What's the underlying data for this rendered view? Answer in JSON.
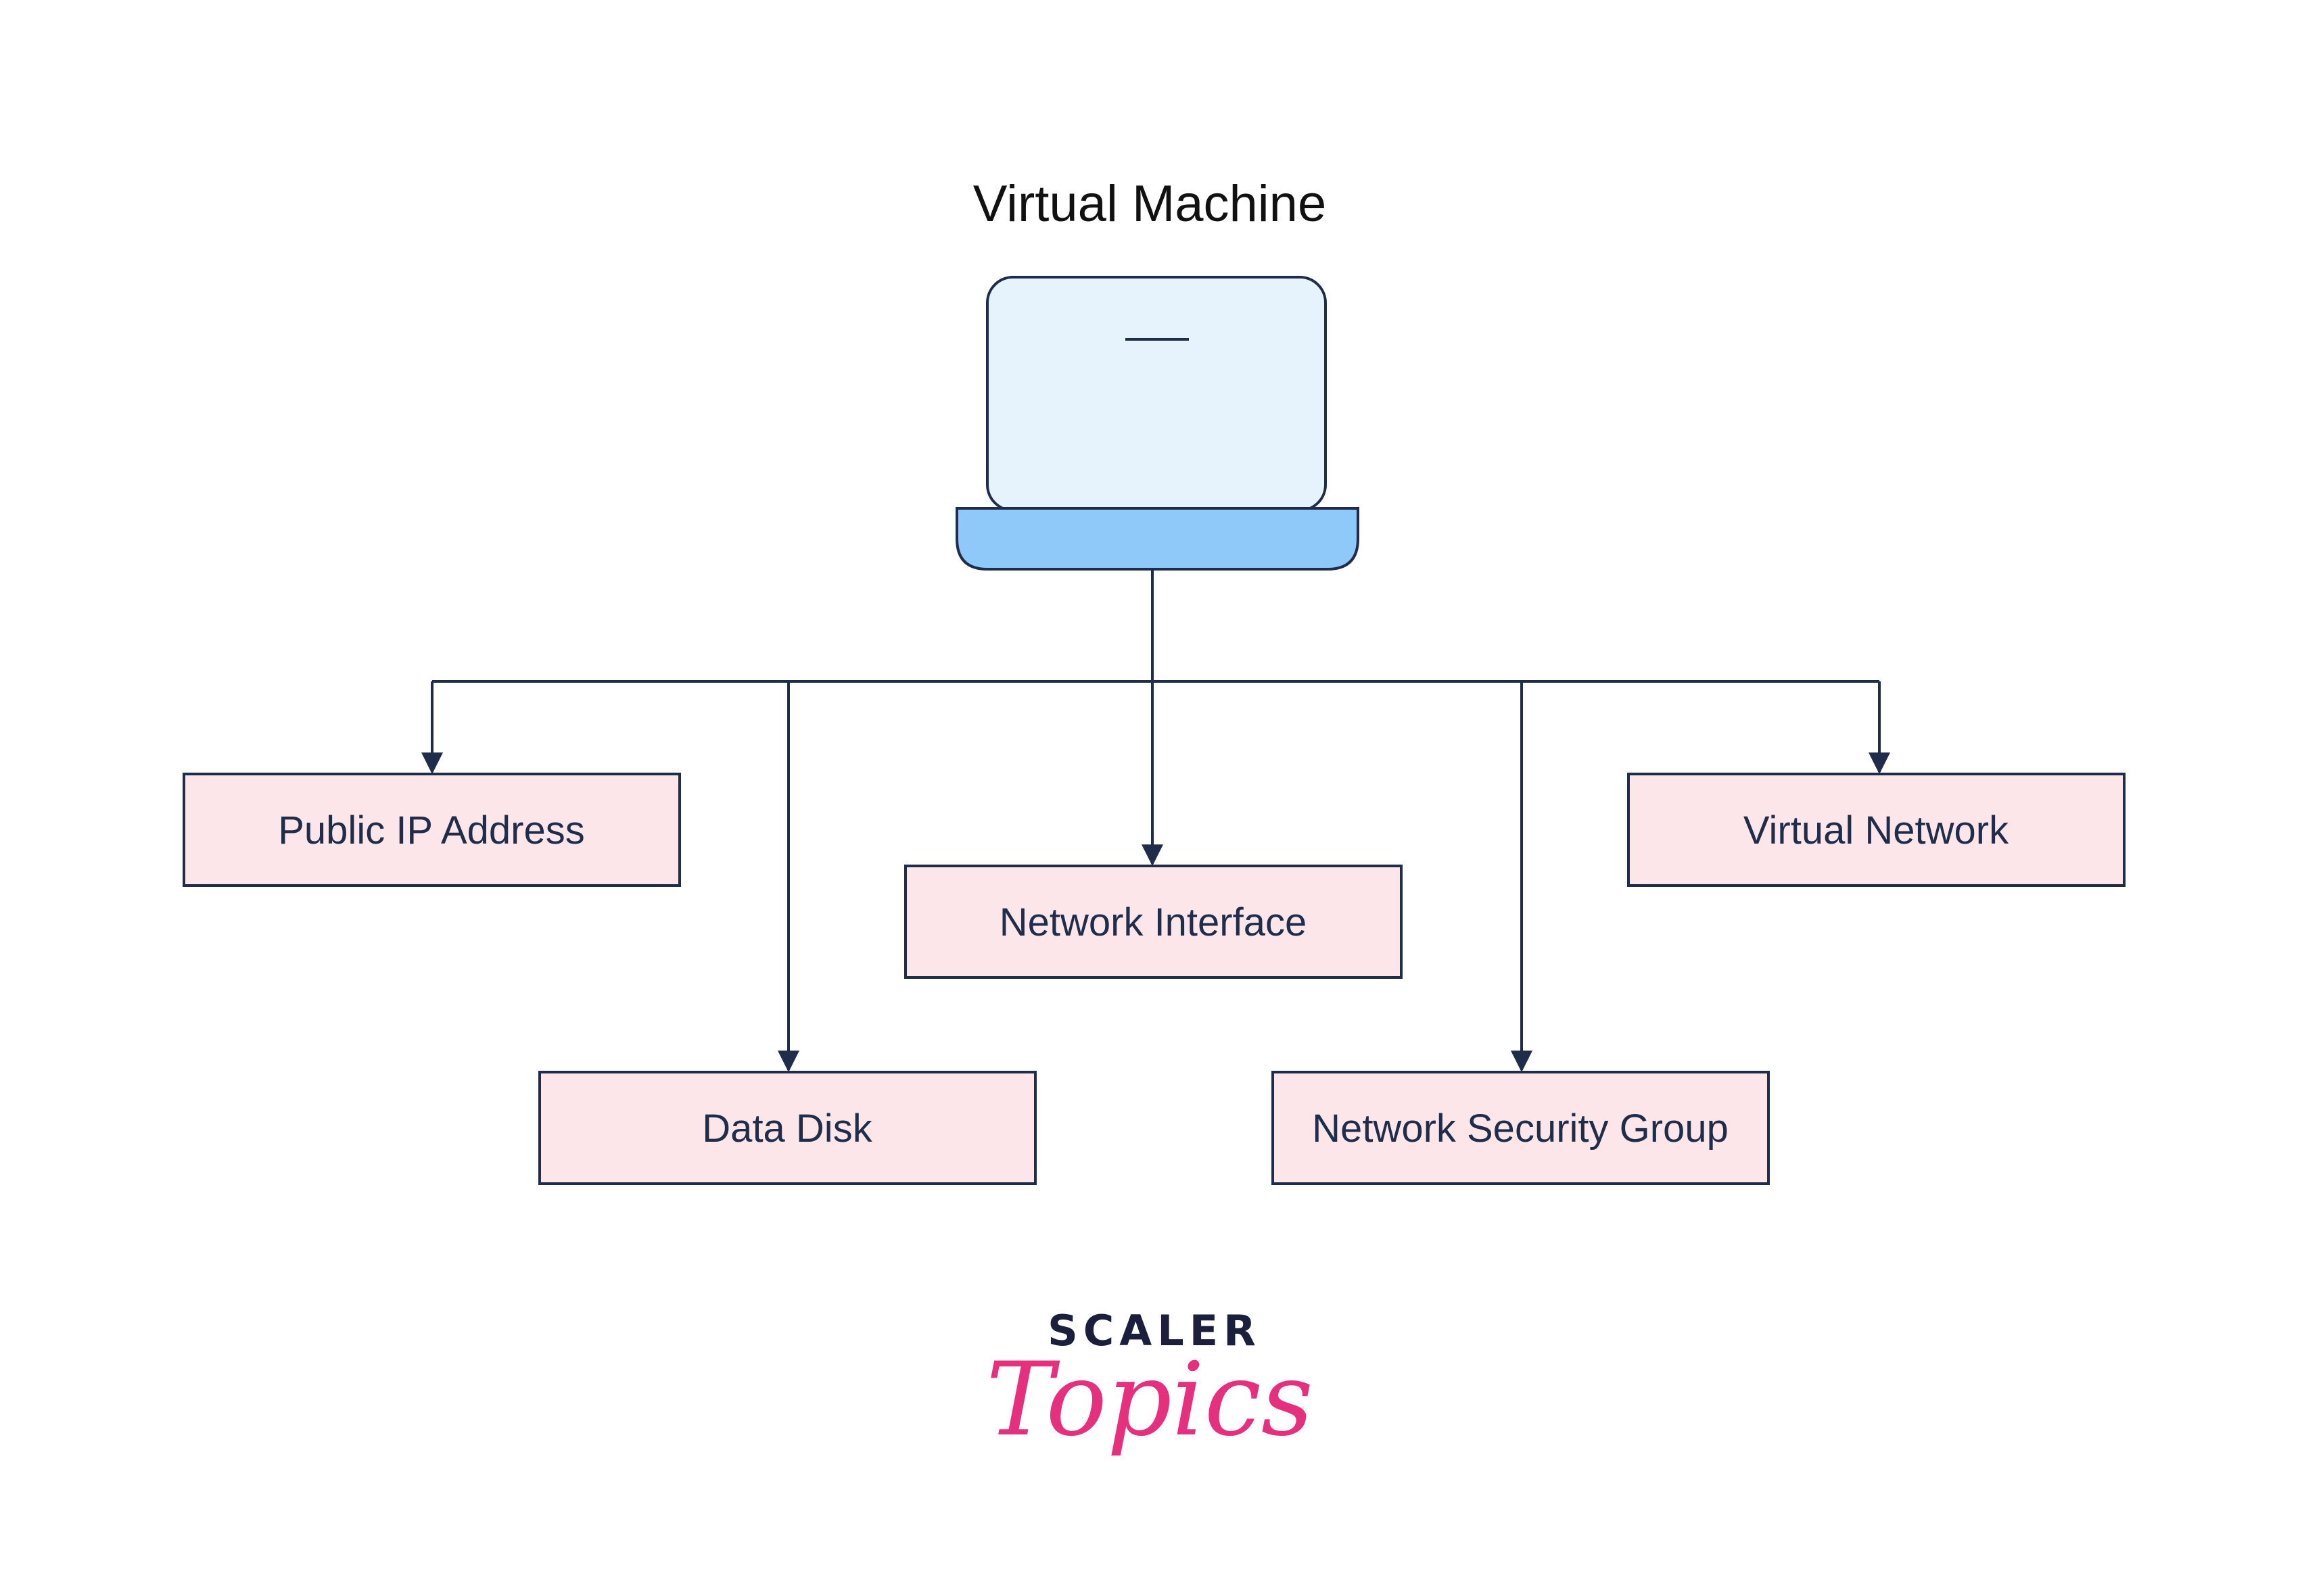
{
  "diagram": {
    "title": "Virtual Machine",
    "nodes": [
      {
        "id": "public-ip",
        "label": "Public IP Address"
      },
      {
        "id": "data-disk",
        "label": "Data Disk"
      },
      {
        "id": "network-interface",
        "label": "Network Interface"
      },
      {
        "id": "network-security-group",
        "label": "Network Security Group"
      },
      {
        "id": "virtual-network",
        "label": "Virtual Network"
      }
    ]
  },
  "brand": {
    "line1": "SCALER",
    "line2": "Topics"
  },
  "colors": {
    "line": "#1f2d4a",
    "node_fill": "#fde6ea",
    "screen_fill": "#e6f3fd",
    "base_fill": "#8ec9fa",
    "brand_dark": "#1b1f3b",
    "brand_pink": "#e5307d"
  },
  "icons": [
    "laptop-icon",
    "arrow-down-icon"
  ]
}
